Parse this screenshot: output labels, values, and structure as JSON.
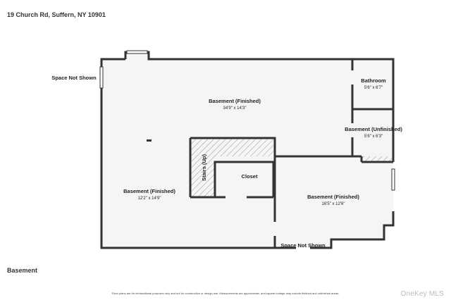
{
  "header": {
    "address": "19 Church Rd, Suffern, NY 10901"
  },
  "floor": {
    "name": "Basement"
  },
  "rooms": [
    {
      "name": "Basement (Finished)",
      "dims": "34'9\" x 14'3\""
    },
    {
      "name": "Bathroom",
      "dims": "5'6\" x 6'7\""
    },
    {
      "name": "Basement (Unfinished)",
      "dims": "5'6\" x 6'3\""
    },
    {
      "name": "Basement (Finished)",
      "dims": "12'2\" x 14'9\""
    },
    {
      "name": "Stairs (Up)"
    },
    {
      "name": "Closet"
    },
    {
      "name": "Basement (Finished)",
      "dims": "16'5\" x 12'6\""
    }
  ],
  "outside_labels": [
    {
      "text": "Space Not Shown"
    },
    {
      "text": "Space Not Shown"
    }
  ],
  "footer": {
    "disclaimer": "Floor plans are for informational purposes only and not for construction or design use. Measurements are approximate, and square footage may include finished and unfinished areas.",
    "brand": "OneKey MLS"
  },
  "colors": {
    "wall": "#333333",
    "floor": "#f5f5f5",
    "hatch": "#999999"
  }
}
